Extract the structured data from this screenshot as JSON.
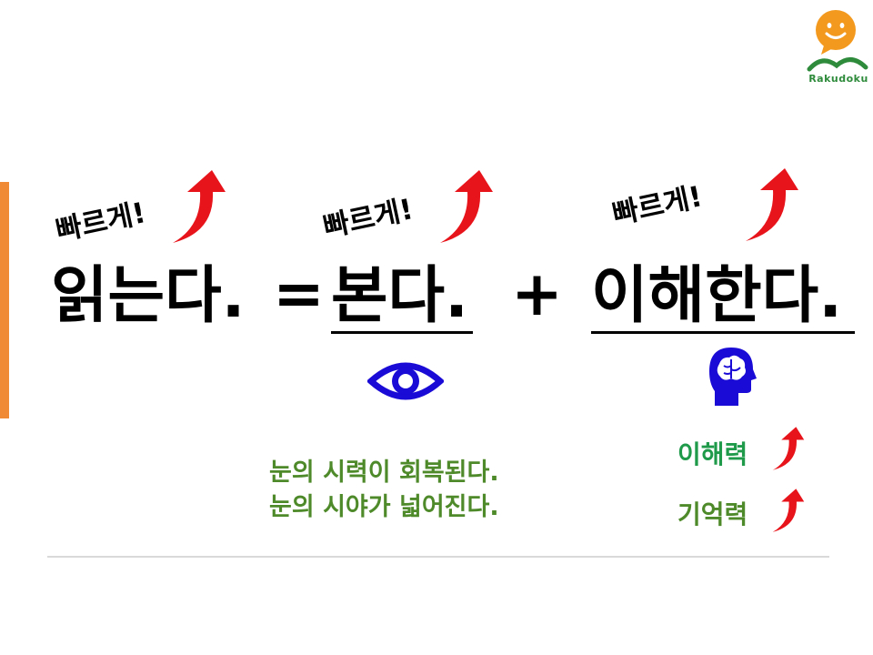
{
  "logo": {
    "text": "Rakudoku",
    "icon": "smiling-speech-bubble-icon",
    "colors": {
      "bubble": "#f39a1e",
      "waves": "#2f8b3c"
    }
  },
  "fast_labels": [
    "빠르게!",
    "빠르게!",
    "빠르게!"
  ],
  "equation": {
    "read": "읽는다.",
    "equals": "=",
    "see": "본다.",
    "plus": "+",
    "understand": "이해한다."
  },
  "icons": {
    "see": "eye-icon",
    "understand": "brain-head-icon",
    "increase": "red-up-arrow-icon"
  },
  "benefits_see": [
    "눈의 시력이 회복된다.",
    "눈의 시야가 넓어진다."
  ],
  "benefits_understand": [
    "이해력",
    "기억력"
  ],
  "colors": {
    "accent_bar": "#f08a35",
    "arrow": "#e8141b",
    "icon_blue": "#1a0bd6",
    "benefit_text": "#4f8a2a",
    "label_green": "#1f9a4a"
  }
}
